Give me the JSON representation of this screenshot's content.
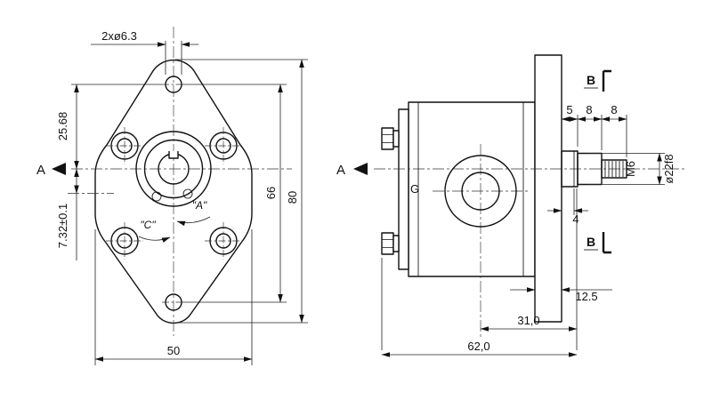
{
  "front_view": {
    "dim_top_holes": "2xø6.3",
    "dim_center_offset_top": "25.68",
    "dim_center_offset": "7.32±0.1",
    "dim_hole_spacing": "66",
    "dim_overall_height": "80",
    "dim_width": "50",
    "view_arrow_label": "A",
    "rotation_label_a": "\"A\"",
    "rotation_label_c": "\"C\""
  },
  "side_view": {
    "view_arrow_label": "A",
    "section_label_top": "B",
    "section_label_bottom": "B",
    "dim_shaft_step_1": "5",
    "dim_shaft_step_2": "8",
    "dim_shaft_step_3": "8",
    "thread_label": "M6",
    "dim_shaft_diameter": "ø22f8",
    "dim_spigot": "4",
    "dim_flange_thickness": "12.5",
    "dim_port_to_face": "31,0",
    "dim_overall_length": "62,0",
    "port_label": "G"
  }
}
